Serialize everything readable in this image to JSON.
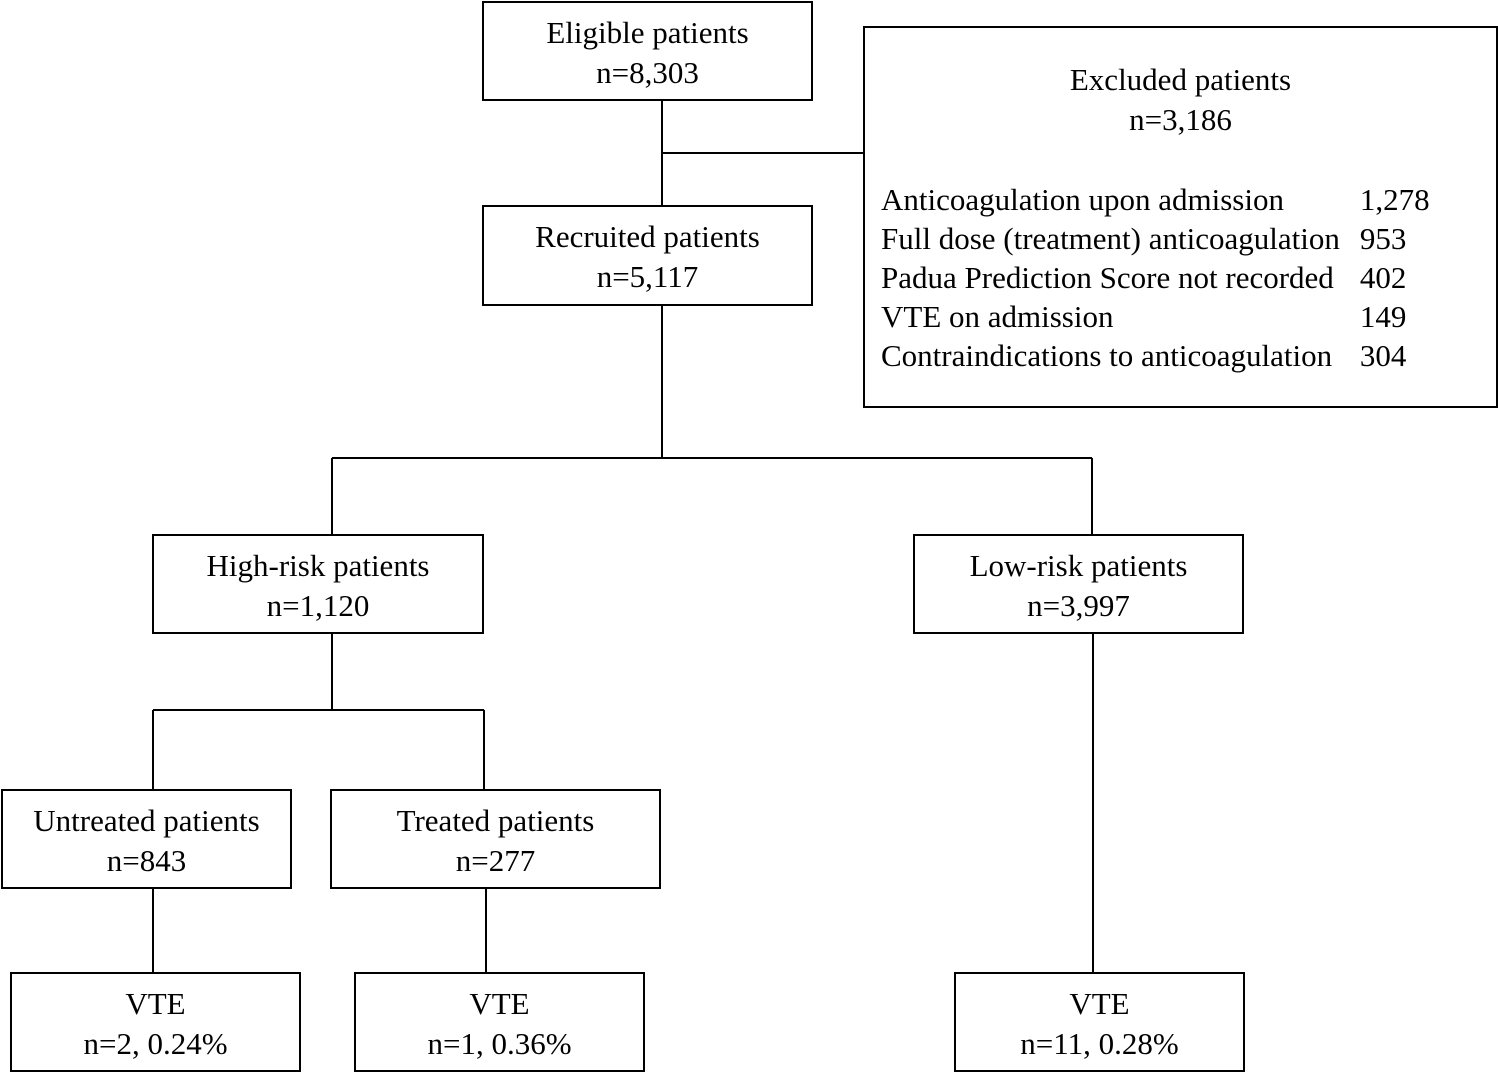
{
  "eligible": {
    "title": "Eligible patients",
    "n": "n=8,303"
  },
  "excluded": {
    "title": "Excluded patients",
    "n": "n=3,186",
    "reasons": [
      {
        "label": "Anticoagulation upon admission",
        "value": "1,278"
      },
      {
        "label": "Full dose (treatment) anticoagulation",
        "value": "953"
      },
      {
        "label": "Padua Prediction Score not recorded",
        "value": "402"
      },
      {
        "label": "VTE on admission",
        "value": "149"
      },
      {
        "label": "Contraindications to anticoagulation",
        "value": "304"
      }
    ]
  },
  "recruited": {
    "title": "Recruited patients",
    "n": "n=5,117"
  },
  "high_risk": {
    "title": "High-risk patients",
    "n": "n=1,120"
  },
  "low_risk": {
    "title": "Low-risk patients",
    "n": "n=3,997"
  },
  "untreated": {
    "title": "Untreated patients",
    "n": "n=843"
  },
  "treated": {
    "title": "Treated patients",
    "n": "n=277"
  },
  "vte_untreated": {
    "title": "VTE",
    "n": "n=2, 0.24%"
  },
  "vte_treated": {
    "title": "VTE",
    "n": "n=1, 0.36%"
  },
  "vte_low_risk": {
    "title": "VTE",
    "n": "n=11, 0.28%"
  }
}
